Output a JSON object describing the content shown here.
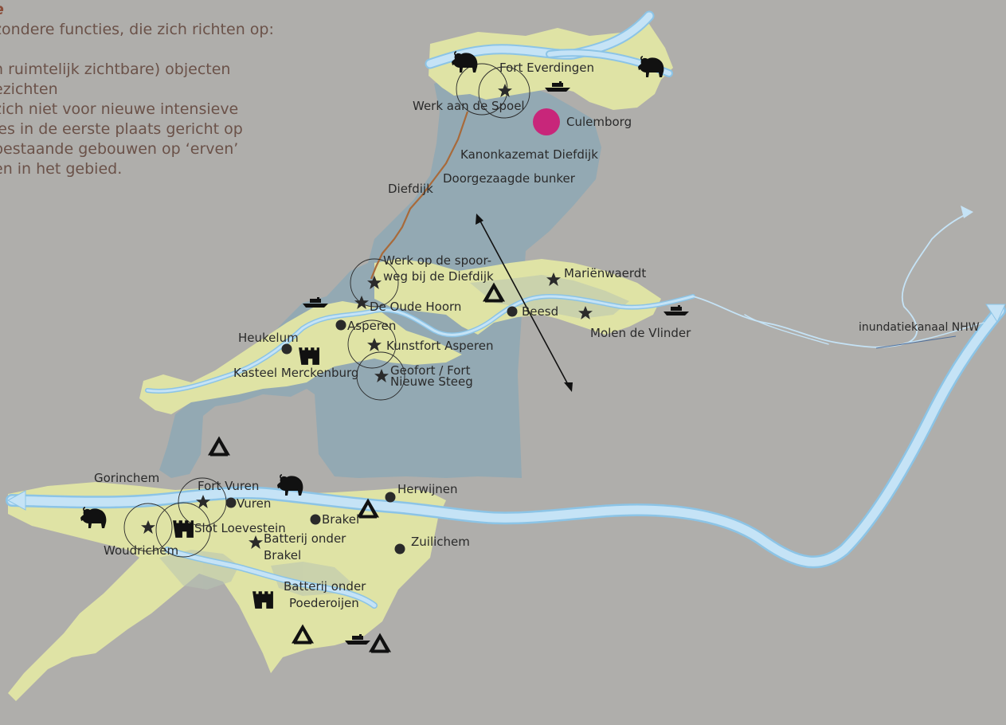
{
  "intro": {
    "heading": "e",
    "lines": [
      "zondere functies, die zich richten op:",
      "",
      "n ruimtelijk zichtbare) objecten",
      "ezichten",
      "zich niet voor nieuwe intensieve",
      "ies in de eerste plaats gericht op",
      "bestaande gebouwen op ‘erven’",
      "en in het gebied."
    ]
  },
  "colors": {
    "background": "#afaeab",
    "polder": "#93a9b3",
    "land": "#dfe3a5",
    "river": "#c5e3f6",
    "river_edge": "#8cc4e6",
    "city": "#c8267a",
    "dike": "#a86a3a",
    "text": "#2a2a2a",
    "intro_text": "#6b5249"
  },
  "labels": {
    "fort_everdingen": "Fort Everdingen",
    "werk_aan_de_spoel": "Werk aan de Spoel",
    "culemborg": "Culemborg",
    "kanonkazemat": "Kanonkazemat Diefdijk",
    "doorgezaagde_bunker": "Doorgezaagde bunker",
    "diefdijk": "Diefdijk",
    "werk_spoorweg_1": "Werk op de spoor-",
    "werk_spoorweg_2": "weg bij de Diefdijk",
    "de_oude_hoorn": "De Oude Hoorn",
    "marienwaerdt": "Mariënwaerdt",
    "beesd": "Beesd",
    "molen_de_vlinder": "Molen de Vlinder",
    "asperen": "Asperen",
    "heukelum": "Heukelum",
    "kunstfort_asperen": "Kunstfort Asperen",
    "kasteel_merckenburg": "Kasteel Merckenburg",
    "geofort_1": "Geofort / Fort",
    "geofort_2": "Nieuwe Steeg",
    "inundatiekanaal": "inundatiekanaal NHW",
    "gorinchem": "Gorinchem",
    "fort_vuren": "Fort Vuren",
    "vuren": "Vuren",
    "herwijnen": "Herwijnen",
    "slot_loevestein": "Slot Loevestein",
    "brakel": "Brakel",
    "batterij_brakel_1": "Batterij onder",
    "batterij_brakel_2": "Brakel",
    "woudrichem": "Woudrichem",
    "zuilichem": "Zuilichem",
    "batterij_poederoijen_1": "Batterij onder",
    "batterij_poederoijen_2": "Poederoijen"
  }
}
